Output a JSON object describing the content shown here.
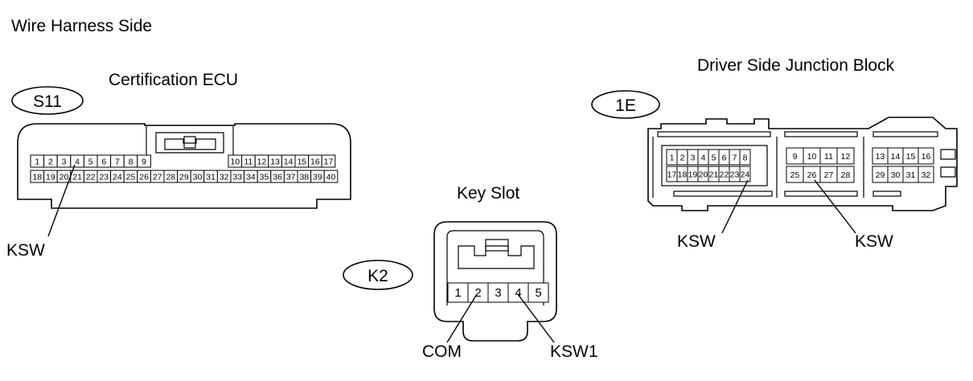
{
  "header": {
    "title": "Wire Harness Side"
  },
  "connectors": {
    "s11": {
      "code": "S11",
      "name": "Certification ECU",
      "row1_left": [
        "1",
        "2",
        "3",
        "4",
        "5",
        "6",
        "7",
        "8",
        "9"
      ],
      "row1_right": [
        "10",
        "11",
        "12",
        "13",
        "14",
        "15",
        "16",
        "17"
      ],
      "row2": [
        "18",
        "19",
        "20",
        "21",
        "22",
        "23",
        "24",
        "25",
        "26",
        "27",
        "28",
        "29",
        "30",
        "31",
        "32",
        "33",
        "34",
        "35",
        "36",
        "37",
        "38",
        "39",
        "40"
      ],
      "callout": "KSW"
    },
    "k2": {
      "code": "K2",
      "name": "Key Slot",
      "pins": [
        "1",
        "2",
        "3",
        "4",
        "5"
      ],
      "callout_left": "COM",
      "callout_right": "KSW1"
    },
    "e1": {
      "code": "1E",
      "name": "Driver Side Junction Block",
      "block_a_row1": [
        "1",
        "2",
        "3",
        "4",
        "5",
        "6",
        "7",
        "8"
      ],
      "block_a_row2": [
        "17",
        "18",
        "19",
        "20",
        "21",
        "22",
        "23",
        "24"
      ],
      "block_b_row1": [
        "9",
        "10",
        "11",
        "12"
      ],
      "block_b_row2": [
        "25",
        "26",
        "27",
        "28"
      ],
      "block_c_row1": [
        "13",
        "14",
        "15",
        "16"
      ],
      "block_c_row2": [
        "29",
        "30",
        "31",
        "32"
      ],
      "callout_left": "KSW",
      "callout_right": "KSW"
    }
  }
}
